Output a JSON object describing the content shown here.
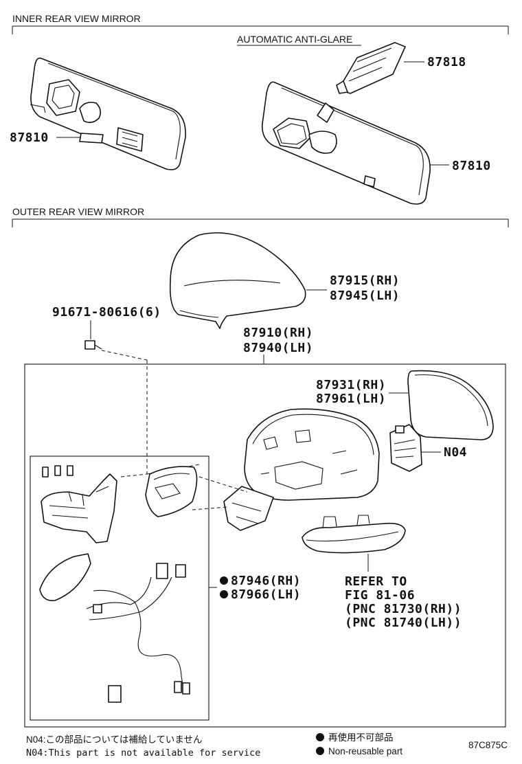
{
  "sections": {
    "inner": "INNER REAR VIEW MIRROR",
    "outer": "OUTER REAR VIEW MIRROR"
  },
  "subtitle": "AUTOMATIC ANTI-GLARE",
  "parts": {
    "p87810_left": "87810",
    "p87818": "87818",
    "p87810_right": "87810",
    "p87915": "87915(RH)",
    "p87945": "87945(LH)",
    "p91671": "91671-80616(6)",
    "p87910": "87910(RH)",
    "p87940": "87940(LH)",
    "p87931": "87931(RH)",
    "p87961": "87961(LH)",
    "n04": "N04",
    "p87946": "87946(RH)",
    "p87966": "87966(LH)"
  },
  "refer": {
    "line1": "REFER TO",
    "line2": "FIG 81-06",
    "line3": "(PNC 81730(RH))",
    "line4": "(PNC 81740(LH))"
  },
  "footer": {
    "n04_jp": "N04:この部品については補給していません",
    "n04_en": "N04:This part is not available for service",
    "legend_jp": "再使用不可部品",
    "legend_en": "Non-reusable part",
    "code": "87C875C"
  },
  "colors": {
    "ink": "#111111",
    "paper": "#ffffff"
  }
}
